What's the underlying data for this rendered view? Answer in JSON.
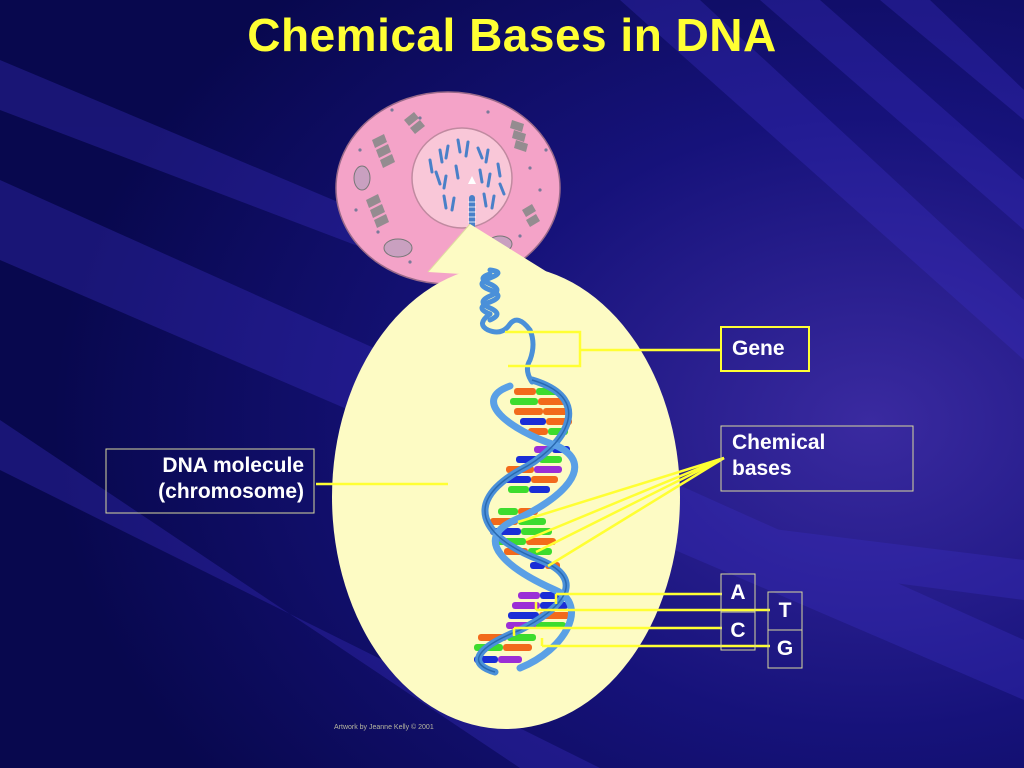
{
  "title": "Chemical Bases in DNA",
  "labels": {
    "gene": "Gene",
    "chemical_bases_line1": "Chemical",
    "chemical_bases_line2": "bases",
    "dna_molecule_line1": "DNA molecule",
    "dna_molecule_line2": "(chromosome)",
    "base_a": "A",
    "base_t": "T",
    "base_c": "C",
    "base_g": "G"
  },
  "credit": "Artwork by Jeanne Kelly © 2001",
  "colors": {
    "background": "#0b0b5e",
    "title": "#ffff33",
    "leader_lines": "#ffff33",
    "cell": "#f4a3c8",
    "nucleus": "#f9c7d8",
    "oval": "#fdfbc4",
    "backbone": "#4a90d9",
    "base_orange": "#f26a1b",
    "base_green": "#3ddc2e",
    "base_blue": "#1a2ed6",
    "base_purple": "#9b2ed6"
  }
}
